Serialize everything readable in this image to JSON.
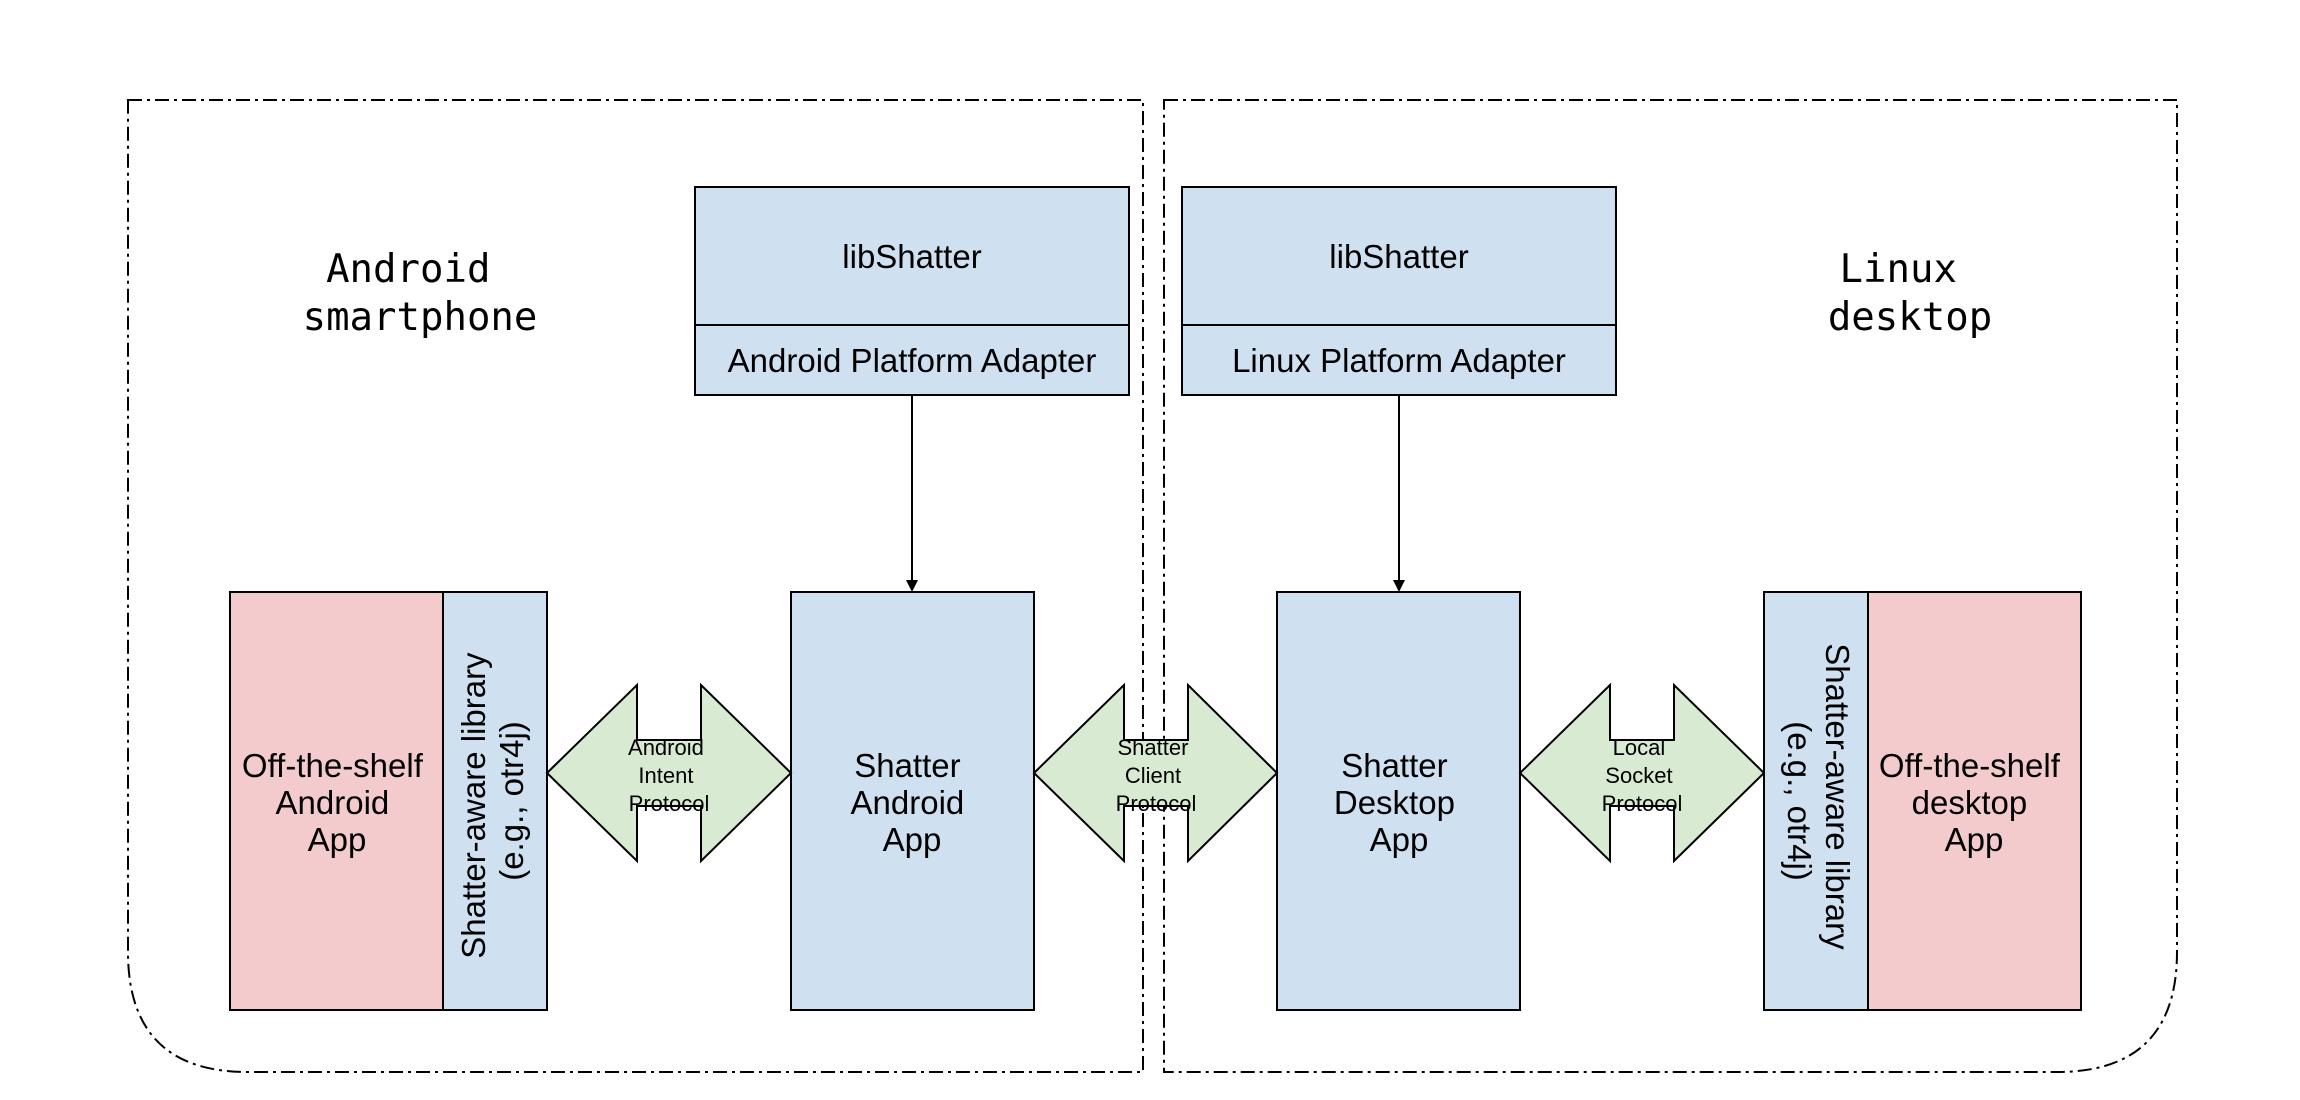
{
  "left": {
    "title": [
      "Android",
      "smartphone"
    ],
    "lib_label": "libShatter",
    "adapter_label": "Android Platform Adapter",
    "app_label": [
      "Shatter",
      "Android",
      "App"
    ],
    "offshelf_label": [
      "Off-the-shelf",
      "Android",
      "App"
    ],
    "aware_label": [
      "Shatter-aware library",
      "(e.g., otr4j)"
    ],
    "protocol_label": [
      "Android",
      "Intent",
      "Protocol"
    ]
  },
  "right": {
    "title": [
      "Linux",
      "desktop"
    ],
    "lib_label": "libShatter",
    "adapter_label": "Linux Platform Adapter",
    "app_label": [
      "Shatter",
      "Desktop",
      "App"
    ],
    "offshelf_label": [
      "Off-the-shelf",
      "desktop",
      "App"
    ],
    "aware_label": [
      "Shatter-aware library",
      "(e.g., otr4j)"
    ],
    "protocol_label": [
      "Local",
      "Socket",
      "Protocol"
    ]
  },
  "center": {
    "protocol_label": [
      "Shatter",
      "Client",
      "Protocol"
    ]
  },
  "colors": {
    "blue_box": "#cfe0f1",
    "red_box": "#f3cbcc",
    "green_arrow": "#d9ead3"
  }
}
